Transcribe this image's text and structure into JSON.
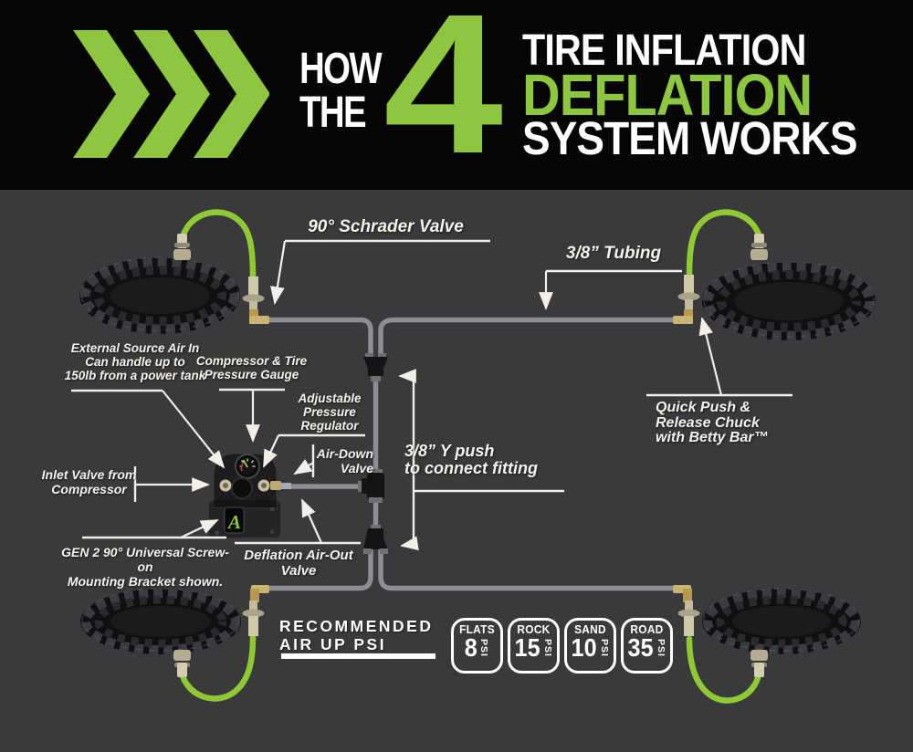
{
  "header": {
    "how": "HOW",
    "the": "THE",
    "number": "4",
    "line1": "TIRE INFLATION",
    "line2": "DEFLATION",
    "line3": "SYSTEM WORKS"
  },
  "labels": {
    "schrader_valve": "90° Schrader Valve",
    "tubing": "3/8” Tubing",
    "external_source": [
      "External Source Air In",
      "Can handle up to",
      "150lb from a power tank"
    ],
    "compressor_gauge": [
      "Compressor & Tire",
      "Pressure Gauge"
    ],
    "pressure_regulator": [
      "Adjustable",
      "Pressure",
      "Regulator"
    ],
    "air_down_valve": [
      "Air-Down",
      "Valve"
    ],
    "inlet_valve": [
      "Inlet Valve from",
      "Compressor"
    ],
    "mounting_bracket": [
      "GEN 2 90° Universal Screw-on",
      "Mounting Bracket shown."
    ],
    "deflation_valve": "Deflation Air-Out Valve",
    "y_fitting": [
      "3/8” Y push",
      "to connect fitting"
    ],
    "quick_chuck": [
      "Quick Push &",
      "Release Chuck",
      "with Betty Bar™"
    ]
  },
  "recommended": {
    "line1": "RECOMMENDED",
    "line2": "AIR UP PSI"
  },
  "badges": [
    {
      "terrain": "FLATS",
      "value": "8",
      "unit": "PSI"
    },
    {
      "terrain": "ROCK",
      "value": "15",
      "unit": "PSI"
    },
    {
      "terrain": "SAND",
      "value": "10",
      "unit": "PSI"
    },
    {
      "terrain": "ROAD",
      "value": "35",
      "unit": "PSI"
    }
  ],
  "logo_letter": "A",
  "colors": {
    "accent_green": "#8dc63f",
    "header_bg": "#060606",
    "diagram_bg": "#3a393b",
    "tube_gray": "#8d8d92",
    "label_white": "#f2efe9"
  }
}
